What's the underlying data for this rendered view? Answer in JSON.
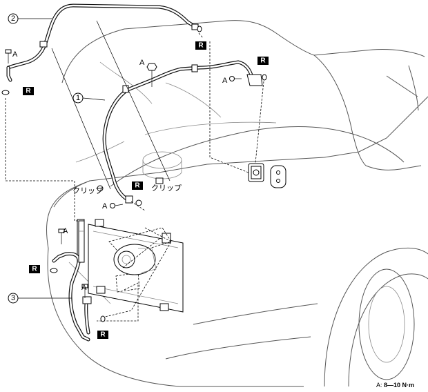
{
  "callouts": {
    "c1": "1",
    "c2": "2",
    "c3": "3"
  },
  "labels": {
    "bolt_label": "A",
    "clip_label": "クリップ",
    "replace_marker": "R"
  },
  "legend": {
    "key": "A:",
    "value": "8—10 N·m"
  }
}
